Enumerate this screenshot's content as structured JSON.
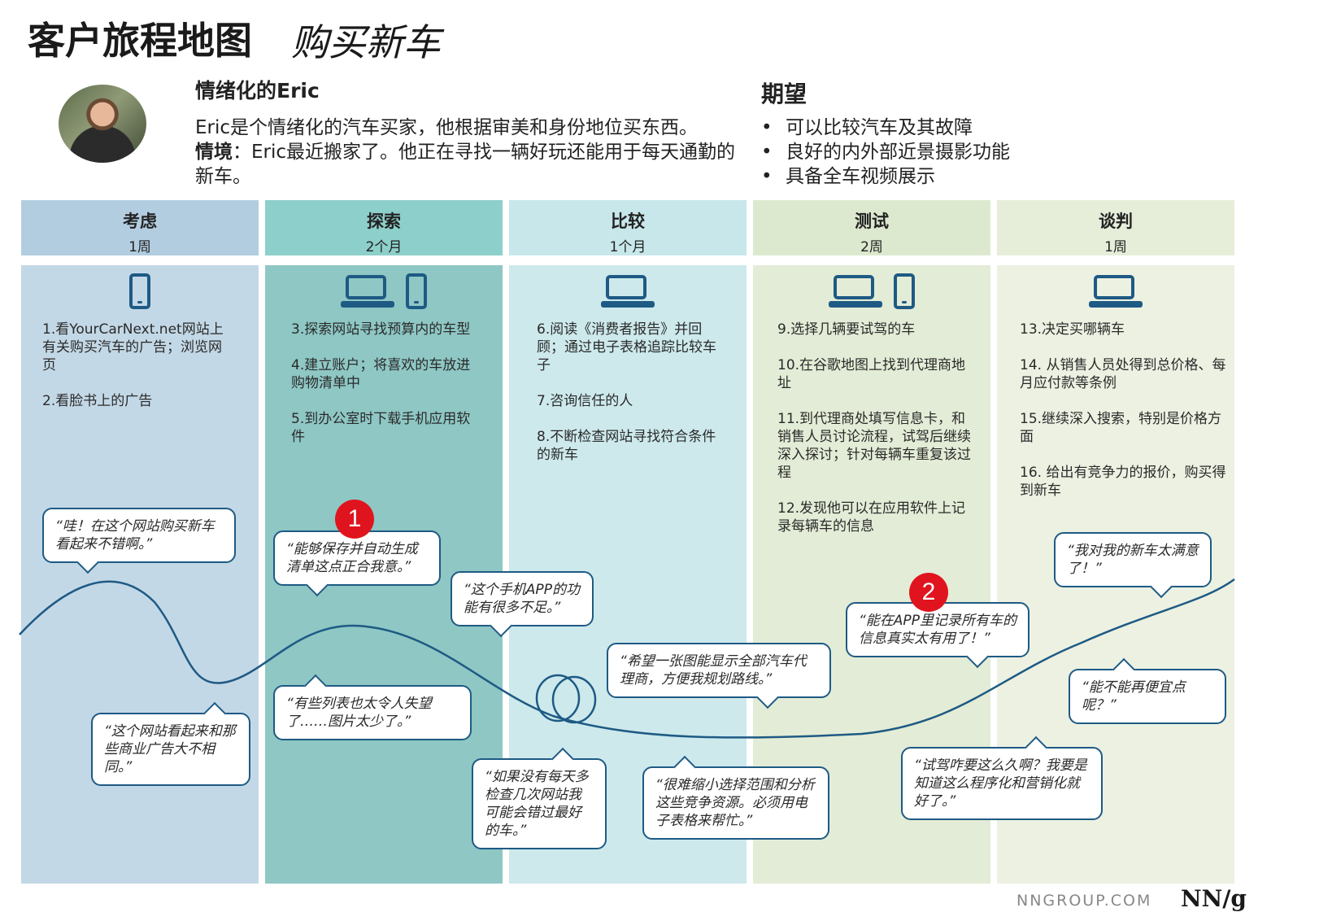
{
  "header": {
    "title": "客户旅程地图",
    "subtitle": "购买新车"
  },
  "persona": {
    "name": "情绪化的Eric",
    "desc1": "Eric是个情绪化的汽车买家，他根据审美和身份地位买东西。",
    "context_label": "情境",
    "desc2": "：Eric最近搬家了。他正在寻找一辆好玩还能用于每天通勤的新车。"
  },
  "expectations": {
    "title": "期望",
    "items": [
      "可以比较汽车及其故障",
      "良好的内外部近景摄影功能",
      "具备全车视频展示"
    ]
  },
  "colors": {
    "col1": "#c3d8e6",
    "col1_hdr": "#b3cde0",
    "col2": "#8ec7c4",
    "col2_hdr": "#8dcfca",
    "col3": "#cde9ec",
    "col3_hdr": "#c8e7ea",
    "col4": "#e3ecd6",
    "col4_hdr": "#dde9cf",
    "col5": "#ecf1e2",
    "col5_hdr": "#e6eed9",
    "accent": "#1e5a84",
    "badge": "#e0141e"
  },
  "phases": [
    {
      "name": "考虑",
      "duration": "1周",
      "devices": [
        "phone-icon"
      ],
      "steps": [
        "1.看YourCarNext.net网站上有关购买汽车的广告；浏览网页",
        "2.看脸书上的广告"
      ]
    },
    {
      "name": "探索",
      "duration": "2个月",
      "devices": [
        "laptop-icon",
        "phone-icon"
      ],
      "steps": [
        "3.探索网站寻找预算内的车型",
        "4.建立账户；将喜欢的车放进购物清单中",
        "5.到办公室时下载手机应用软件"
      ]
    },
    {
      "name": "比较",
      "duration": "1个月",
      "devices": [
        "laptop-icon"
      ],
      "steps": [
        "6.阅读《消费者报告》并回顾；通过电子表格追踪比较车子",
        "7.咨询信任的人",
        "8.不断检查网站寻找符合条件的新车"
      ]
    },
    {
      "name": "测试",
      "duration": "2周",
      "devices": [
        "laptop-icon",
        "phone-icon"
      ],
      "steps": [
        "9.选择几辆要试驾的车",
        "10.在谷歌地图上找到代理商地址",
        "11.到代理商处填写信息卡，和销售人员讨论流程，试驾后继续深入探讨；针对每辆车重复该过程",
        "12.发现他可以在应用软件上记录每辆车的信息"
      ]
    },
    {
      "name": "谈判",
      "duration": "1周",
      "devices": [
        "laptop-icon"
      ],
      "steps": [
        "13.决定买哪辆车",
        "14. 从销售人员处得到总价格、每月应付款等条例",
        "15.继续深入搜索，特别是价格方面",
        "16. 给出有竞争力的报价，购买得到新车"
      ]
    }
  ],
  "quotes": [
    "“哇！在这个网站购买新车看起来不错啊。”",
    "“这个网站看起来和那些商业广告大不相同。”",
    "“能够保存并自动生成清单这点正合我意。”",
    "“有些列表也太令人失望了……图片太少了。”",
    "“这个手机APP的功能有很多不足。”",
    "“如果没有每天多检查几次网站我可能会错过最好的车。”",
    "“希望一张图能显示全部汽车代理商，方便我规划路线。”",
    "“很难缩小选择范围和分析这些竞争资源。必须用电子表格来帮忙。”",
    "“能在APP里记录所有车的信息真实太有用了！”",
    "“试驾咋要这么久啊？我要是知道这么程序化和营销化就好了。”",
    "“我对我的新车太满意了！”",
    "“能不能再便宜点呢？”"
  ],
  "badges": [
    "1",
    "2"
  ],
  "footer": {
    "site": "NNGROUP.COM",
    "logo": "NN/g"
  }
}
